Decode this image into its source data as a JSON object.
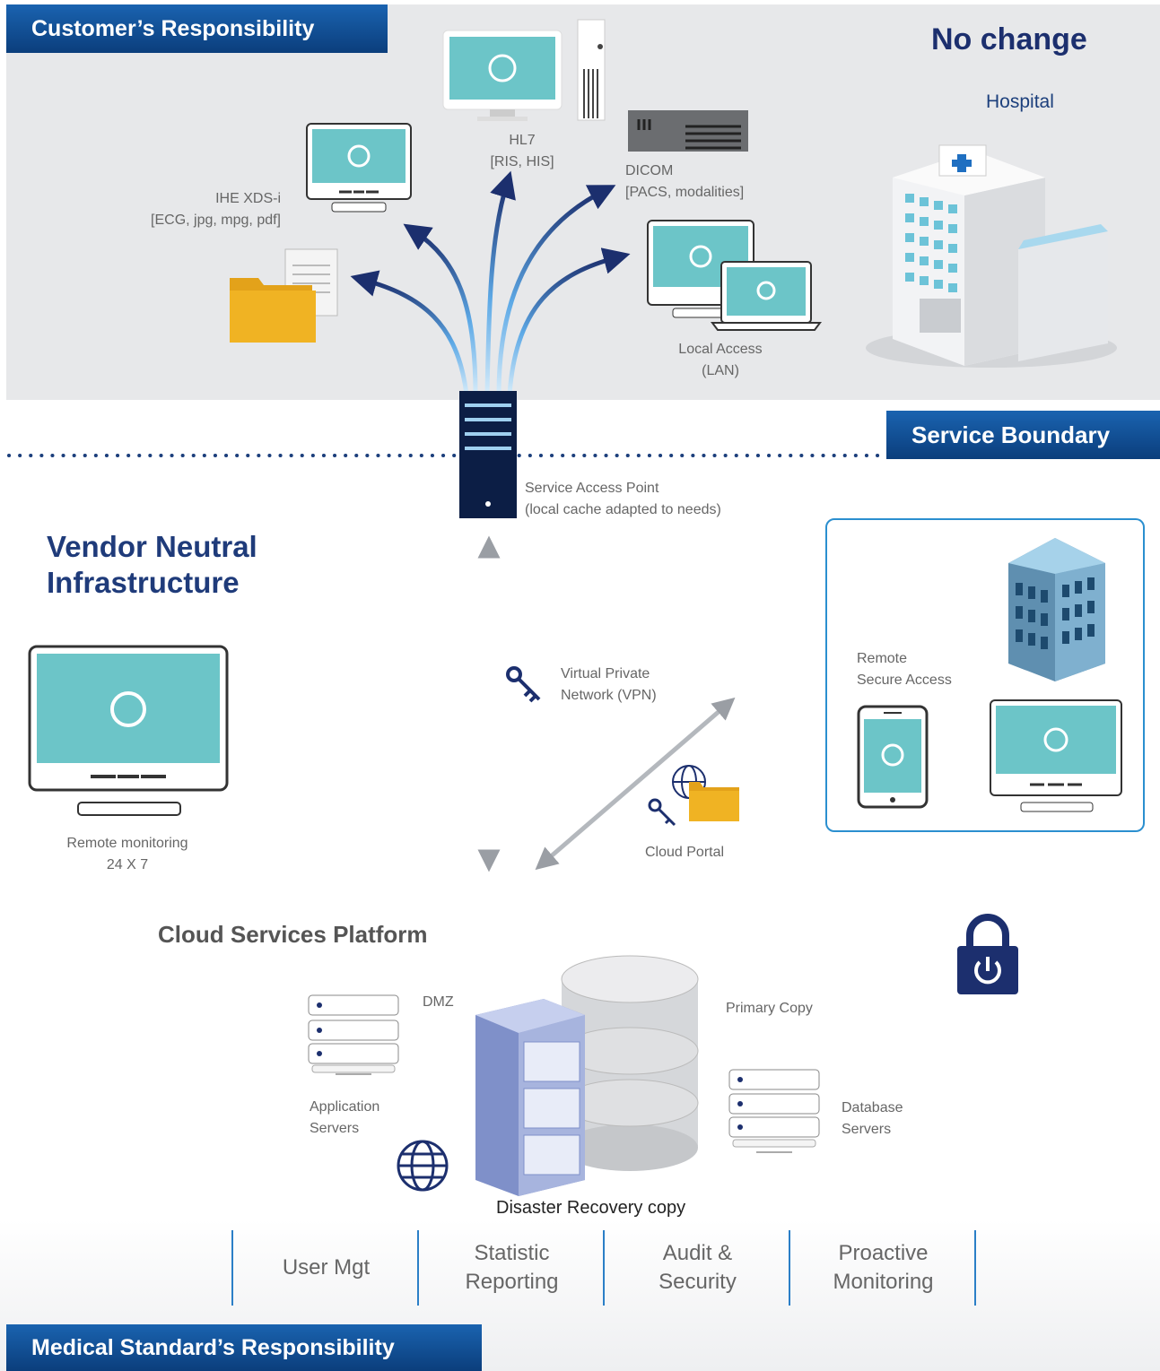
{
  "tags": {
    "customer": "Customer’s Responsibility",
    "service_boundary": "Service Boundary",
    "medical": "Medical Standard’s Responsibility"
  },
  "headings": {
    "no_change": "No change",
    "vendor_line1": "Vendor Neutral",
    "vendor_line2": "Infrastructure",
    "cloud_platform": "Cloud Services Platform"
  },
  "labels": {
    "hospital": "Hospital",
    "hl7_line1": "HL7",
    "hl7_line2": "[RIS, HIS]",
    "dicom_line1": "DICOM",
    "dicom_line2": "[PACS, modalities]",
    "ihe_line1": "IHE XDS-i",
    "ihe_line2": "[ECG, jpg, mpg, pdf]",
    "local_line1": "Local Access",
    "local_line2": "(LAN)",
    "sap_line1": "Service Access Point",
    "sap_line2": "(local cache adapted to needs)",
    "vpn_line1": "Virtual Private",
    "vpn_line2": "Network (VPN)",
    "remote_line1": "Remote",
    "remote_line2": "Secure Access",
    "monitor_line1": "Remote monitoring",
    "monitor_line2": "24 X 7",
    "cloud_portal": "Cloud Portal",
    "dmz": "DMZ",
    "app_line1": "Application",
    "app_line2": "Servers",
    "primary_copy": "Primary Copy",
    "db_line1": "Database",
    "db_line2": "Servers",
    "dr_copy": "Disaster Recovery copy"
  },
  "columns": [
    {
      "line1": "User Mgt",
      "line2": ""
    },
    {
      "line1": "Statistic",
      "line2": "Reporting"
    },
    {
      "line1": "Audit &",
      "line2": "Security"
    },
    {
      "line1": "Proactive",
      "line2": "Monitoring"
    }
  ],
  "colors": {
    "brand_blue": "#1a63b0",
    "dark_navy": "#1c2f6e",
    "screen_teal": "#6cc5c8",
    "folder_yellow": "#f0b323"
  },
  "icons": [
    "cloud-sync-icon",
    "key-icon",
    "globe-icon",
    "folder-icon",
    "lock-power-icon",
    "hospital-icon",
    "office-building-icon",
    "server-rack-icon",
    "database-icon"
  ]
}
